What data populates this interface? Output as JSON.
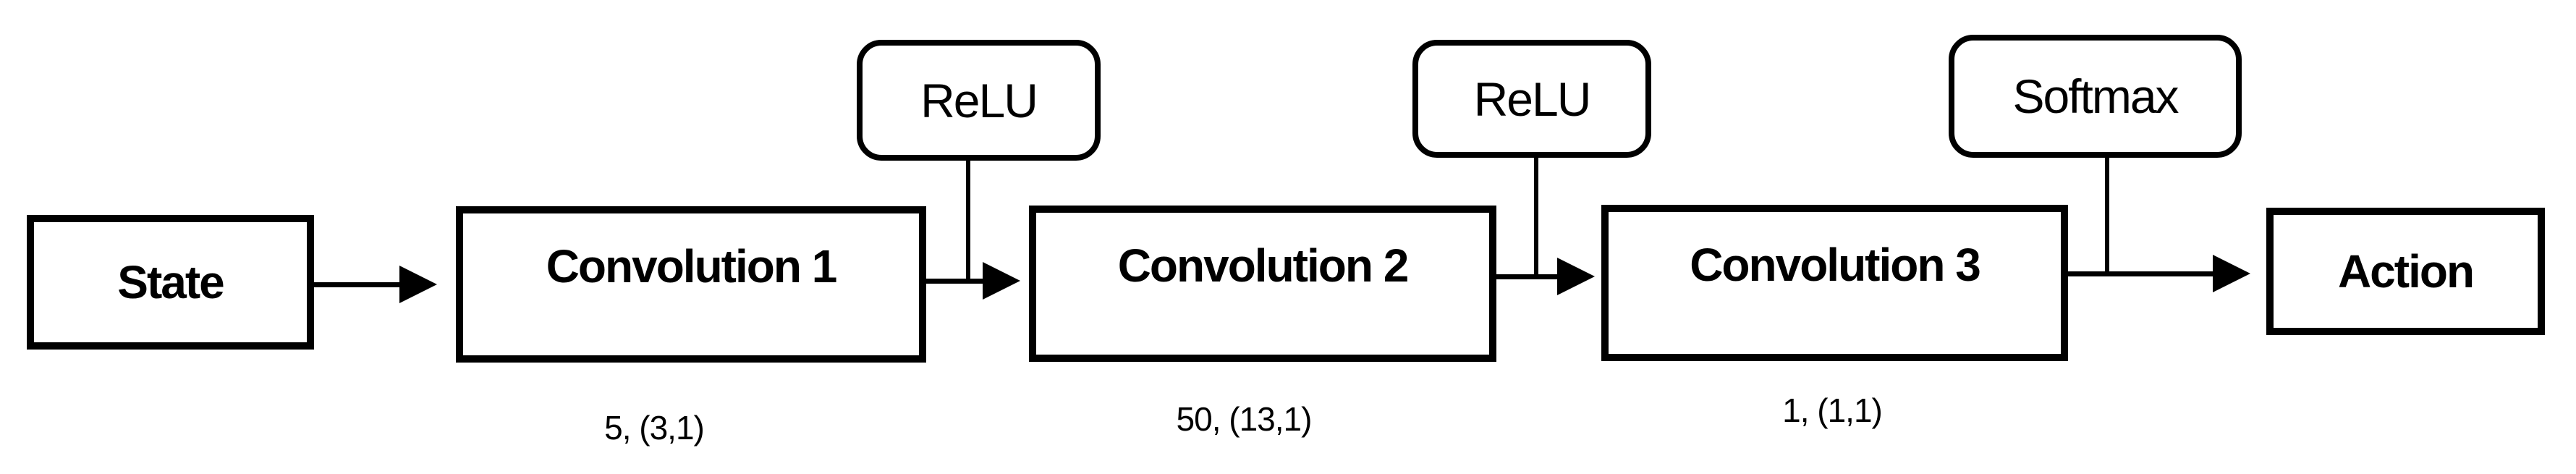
{
  "diagram": {
    "type": "cnn-policy-network-flow",
    "colors": {
      "stroke": "#000000",
      "background": "#ffffff",
      "text": "#000000"
    },
    "nodes": {
      "state": {
        "label": "State"
      },
      "conv1": {
        "label": "Convolution 1",
        "params": "5, (3,1)"
      },
      "conv2": {
        "label": "Convolution 2",
        "params": "50, (13,1)"
      },
      "conv3": {
        "label": "Convolution 3",
        "params": "1, (1,1)"
      },
      "action": {
        "label": "Action"
      }
    },
    "activations": {
      "relu1": {
        "label": "ReLU"
      },
      "relu2": {
        "label": "ReLU"
      },
      "softmax": {
        "label": "Softmax"
      }
    },
    "edges": [
      {
        "from": "State",
        "to": "Convolution 1"
      },
      {
        "from": "Convolution 1",
        "to": "Convolution 2",
        "via": "ReLU"
      },
      {
        "from": "Convolution 2",
        "to": "Convolution 3",
        "via": "ReLU"
      },
      {
        "from": "Convolution 3",
        "to": "Action",
        "via": "Softmax"
      }
    ]
  }
}
